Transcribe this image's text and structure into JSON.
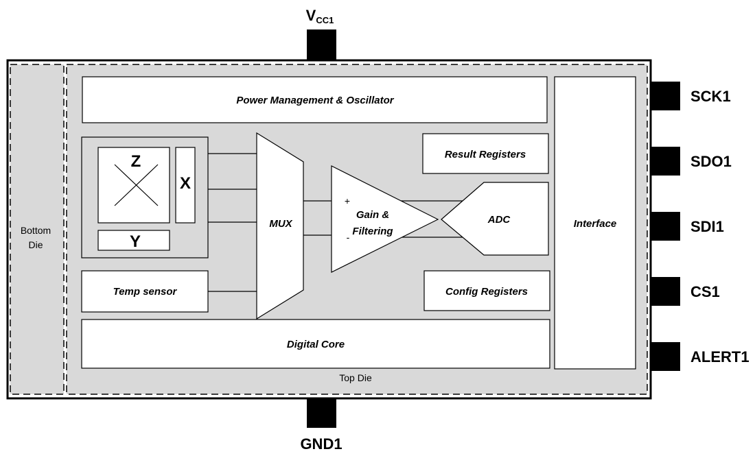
{
  "pins": {
    "top": {
      "main": "V",
      "sub": "CC1"
    },
    "bottom": "GND1",
    "right": [
      "SCK1",
      "SDO1",
      "SDI1",
      "CS1",
      "ALERT1"
    ]
  },
  "dies": {
    "bottom_die_line1": "Bottom",
    "bottom_die_line2": "Die",
    "top_die": "Top Die"
  },
  "blocks": {
    "power": "Power Management & Oscillator",
    "interface": "Interface",
    "mux": "MUX",
    "gain_line1": "Gain &",
    "gain_line2": "Filtering",
    "gain_plus": "+",
    "gain_minus": "-",
    "adc": "ADC",
    "result_registers": "Result Registers",
    "config_registers": "Config Registers",
    "temp_sensor": "Temp sensor",
    "digital_core": "Digital Core"
  },
  "sensor": {
    "z": "Z",
    "x": "X",
    "y": "Y"
  }
}
